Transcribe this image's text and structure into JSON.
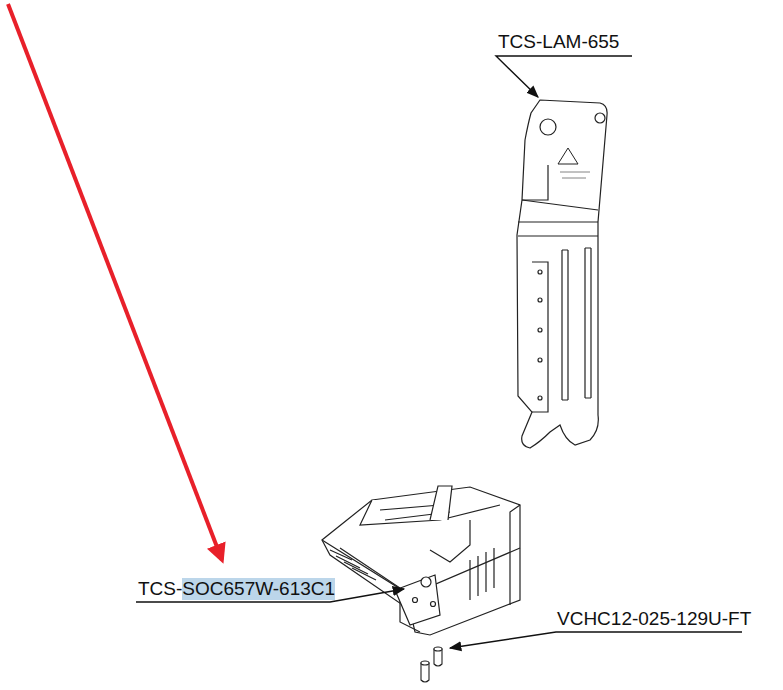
{
  "diagram": {
    "labels": [
      "TCS-LAM-655",
      "TCS-",
      "SOC657W-613C1",
      "VCHC12-025-129U-FT"
    ]
  }
}
